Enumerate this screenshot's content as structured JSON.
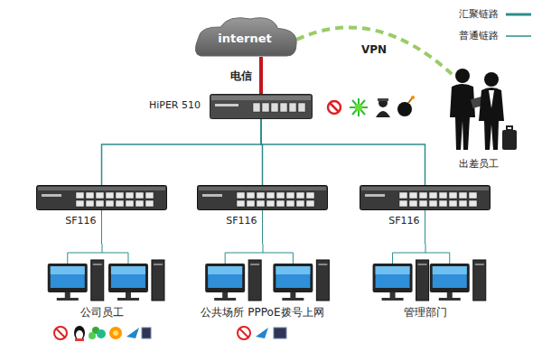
{
  "diagram": {
    "nodes": [
      {
        "text": [
          "internet"
        ]
      },
      {
        "text": [
          "HiPER 510"
        ]
      },
      {
        "text": [
          "SF116"
        ]
      },
      {
        "text": [
          "SF116"
        ]
      },
      {
        "text": [
          "SF116"
        ]
      },
      {
        "text": [
          "公司员工"
        ]
      },
      {
        "text": [
          "公共场所 PPPoE拨号上网"
        ]
      },
      {
        "text": [
          "管理部门"
        ]
      },
      {
        "text": [
          "出差员工"
        ]
      }
    ],
    "edges": [
      {
        "from": 0,
        "to": 1,
        "arrow": "none",
        "label": "电信"
      },
      {
        "from": 1,
        "to": 2,
        "arrow": "none"
      },
      {
        "from": 1,
        "to": 3,
        "arrow": "none"
      },
      {
        "from": 1,
        "to": 4,
        "arrow": "none"
      },
      {
        "from": 2,
        "to": 5,
        "arrow": "none"
      },
      {
        "from": 3,
        "to": 6,
        "arrow": "none"
      },
      {
        "from": 4,
        "to": 7,
        "arrow": "none"
      },
      {
        "from": 0,
        "to": 8,
        "arrow": "none",
        "label": "VPN"
      }
    ],
    "legend": [
      {
        "text": "汇聚链路"
      },
      {
        "text": "普通链路"
      }
    ]
  }
}
